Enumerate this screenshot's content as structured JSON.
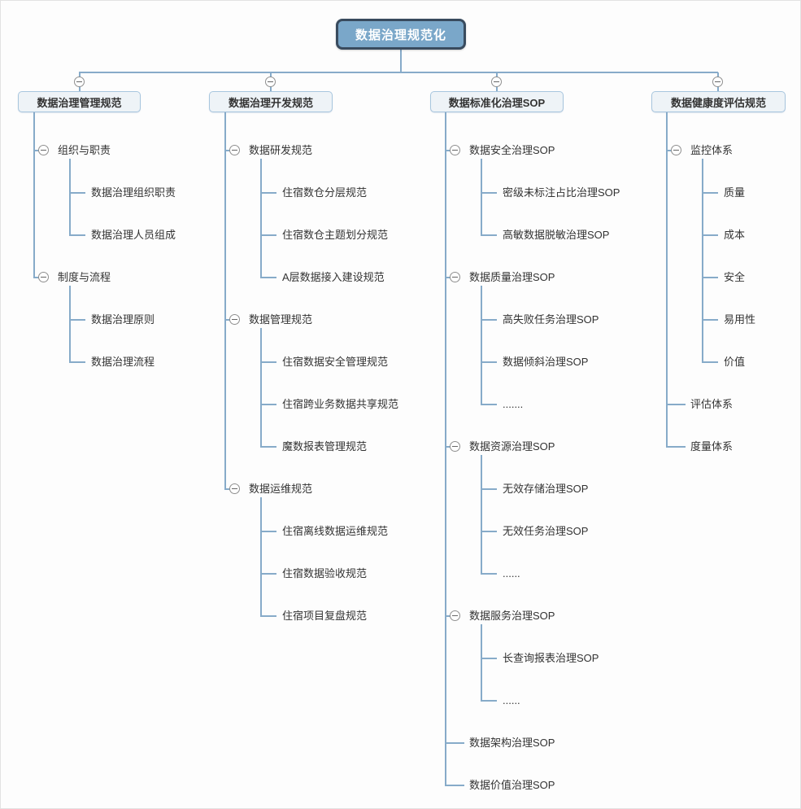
{
  "colors": {
    "line": "#87abc9",
    "root-fill": "#7aa7c9",
    "root-border": "#394b5e",
    "box-fill": "#eef3f7",
    "box-border": "#a8c6de",
    "text": "#333333"
  },
  "icons": {
    "collapse": "minus-circle"
  },
  "tree": {
    "root": "数据治理规范化",
    "branches": [
      {
        "label": "数据治理管理规范",
        "nodes": [
          {
            "label": "组织与职责",
            "children": [
              "数据治理组织职责",
              "数据治理人员组成"
            ]
          },
          {
            "label": "制度与流程",
            "children": [
              "数据治理原则",
              "数据治理流程"
            ]
          }
        ]
      },
      {
        "label": "数据治理开发规范",
        "nodes": [
          {
            "label": "数据研发规范",
            "children": [
              "住宿数仓分层规范",
              "住宿数仓主题划分规范",
              "A层数据接入建设规范"
            ]
          },
          {
            "label": "数据管理规范",
            "children": [
              "住宿数据安全管理规范",
              "住宿跨业务数据共享规范",
              "魔数报表管理规范"
            ]
          },
          {
            "label": "数据运维规范",
            "children": [
              "住宿离线数据运维规范",
              "住宿数据验收规范",
              "住宿项目复盘规范"
            ]
          }
        ]
      },
      {
        "label": "数据标准化治理SOP",
        "nodes": [
          {
            "label": "数据安全治理SOP",
            "children": [
              "密级未标注占比治理SOP",
              "高敏数据脱敏治理SOP"
            ]
          },
          {
            "label": "数据质量治理SOP",
            "children": [
              "高失败任务治理SOP",
              "数据倾斜治理SOP",
              "......."
            ]
          },
          {
            "label": "数据资源治理SOP",
            "children": [
              "无效存储治理SOP",
              "无效任务治理SOP",
              "......"
            ]
          },
          {
            "label": "数据服务治理SOP",
            "children": [
              "长查询报表治理SOP",
              "......"
            ]
          },
          {
            "label": "数据架构治理SOP",
            "children": []
          },
          {
            "label": "数据价值治理SOP",
            "children": []
          }
        ]
      },
      {
        "label": "数据健康度评估规范",
        "nodes": [
          {
            "label": "监控体系",
            "children": [
              "质量",
              "成本",
              "安全",
              "易用性",
              "价值"
            ]
          },
          {
            "label": "评估体系",
            "children": []
          },
          {
            "label": "度量体系",
            "children": []
          }
        ]
      }
    ]
  }
}
